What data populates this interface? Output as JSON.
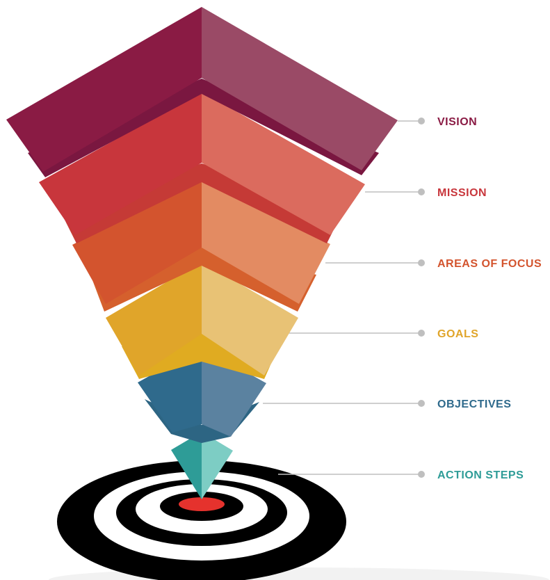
{
  "funnel": {
    "levels": [
      {
        "label": "VISION",
        "color": "#8a1b44",
        "colorLight": "#9a4a66",
        "colorDark": "#7a1740"
      },
      {
        "label": "MISSION",
        "color": "#c8363c",
        "colorLight": "#db6b5e",
        "colorDark": "#c53a36"
      },
      {
        "label": "AREAS OF FOCUS",
        "color": "#d3542e",
        "colorLight": "#e38b62",
        "colorDark": "#d5602d"
      },
      {
        "label": "GOALS",
        "color": "#e0a52a",
        "colorLight": "#e8c275",
        "colorDark": "#e0ab21"
      },
      {
        "label": "OBJECTIVES",
        "color": "#2f6a8c",
        "colorLight": "#5b82a0",
        "colorDark": "#2d6583"
      },
      {
        "label": "ACTION STEPS",
        "color": "#2e9c97",
        "colorLight": "#7dcdc4",
        "colorDark": "#2a8f8b"
      }
    ],
    "connector_color": "#bfbfbf",
    "target": {
      "ring_dark": "#000000",
      "ring_light": "#ffffff",
      "bullseye": "#e5322d"
    }
  }
}
